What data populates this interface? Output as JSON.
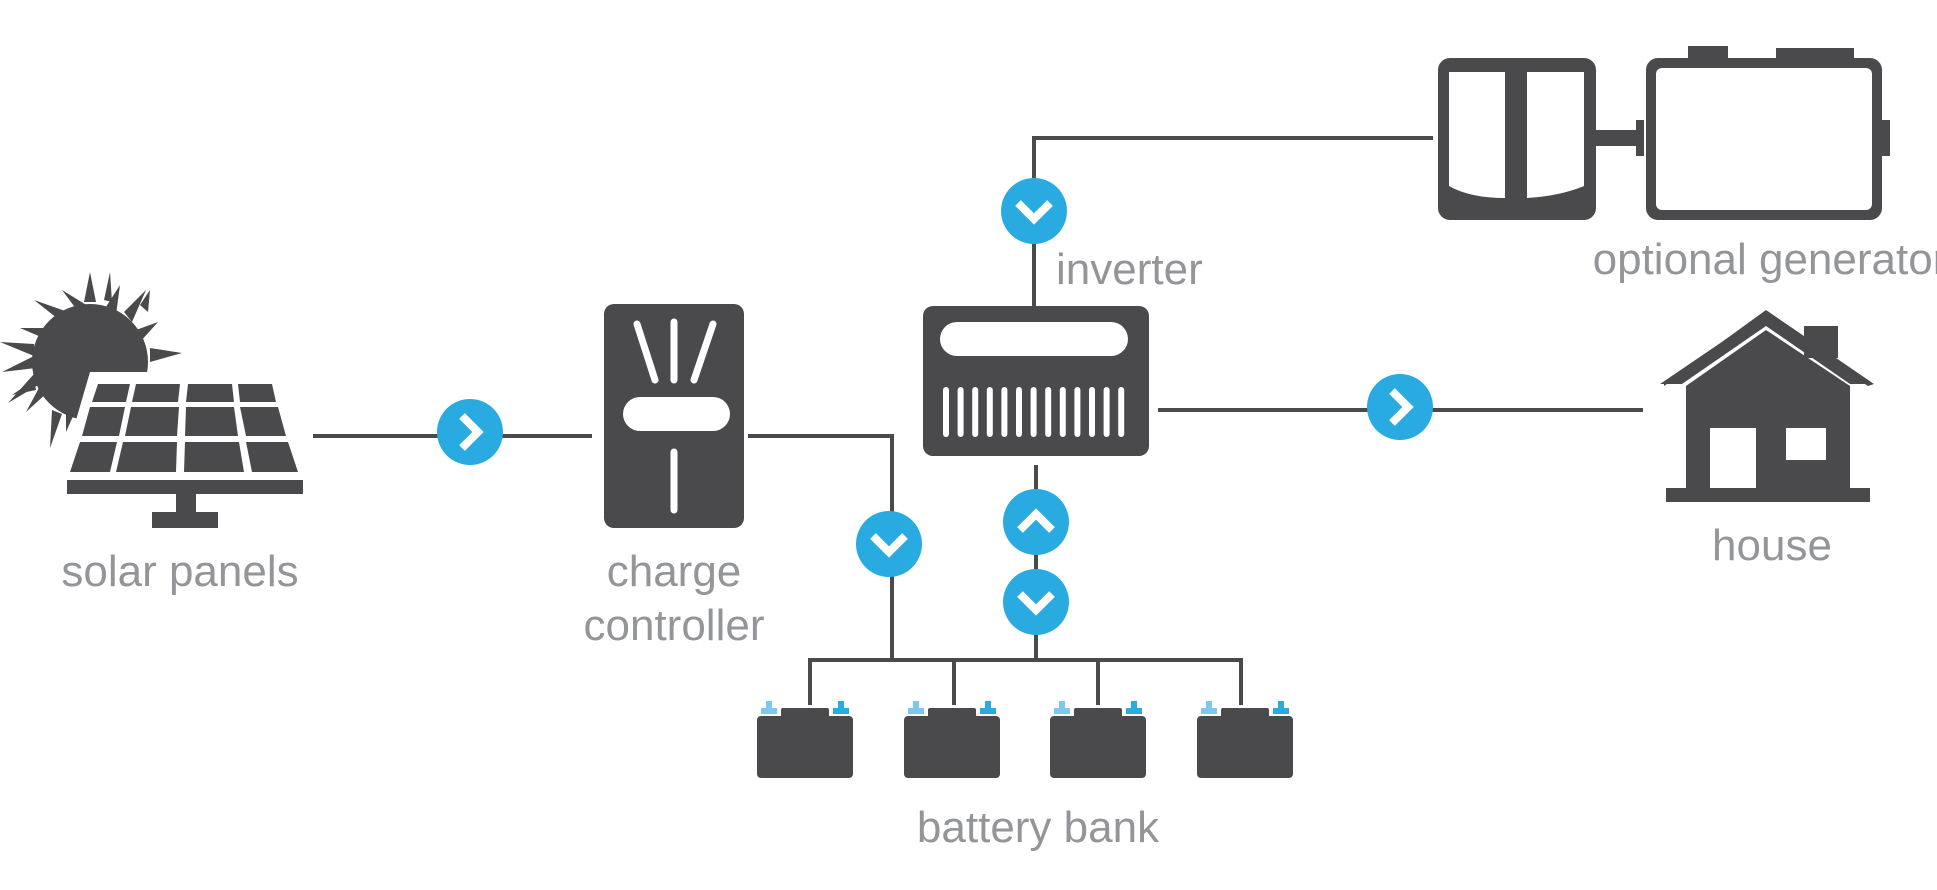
{
  "colors": {
    "dark": "#4a4a4c",
    "accent": "#29abe2",
    "accent_light": "#7cc8ee",
    "label": "#939598"
  },
  "labels": {
    "solar_panels": "solar panels",
    "charge_line1": "charge",
    "charge_line2": "controller",
    "inverter": "inverter",
    "generator": "optional generator",
    "house": "house",
    "battery_bank": "battery bank"
  },
  "flow_arrows": [
    {
      "id": "solar-to-controller",
      "direction": "right"
    },
    {
      "id": "controller-to-battery",
      "direction": "down"
    },
    {
      "id": "generator-to-inverter",
      "direction": "down"
    },
    {
      "id": "battery-to-inverter",
      "direction": "up"
    },
    {
      "id": "inverter-to-battery",
      "direction": "down"
    },
    {
      "id": "inverter-to-house",
      "direction": "right"
    }
  ]
}
